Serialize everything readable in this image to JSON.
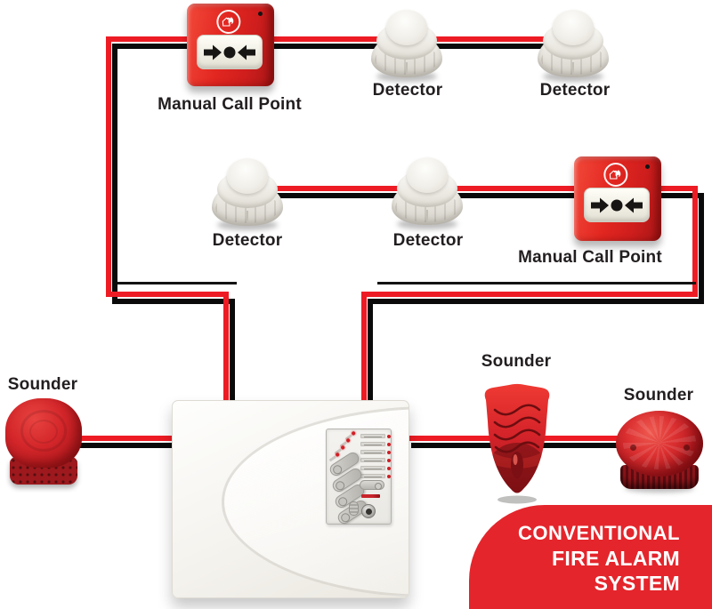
{
  "title": "Conventional Fire Alarm System",
  "colors": {
    "wire_red": "#ed1c24",
    "wire_shadow": "#0a0a0a",
    "badge_red": "#e4252c",
    "label_text": "#221e1f",
    "badge_text": "#ffffff"
  },
  "labels": {
    "manual_call_point_1": "Manual Call Point",
    "detector_top_1": "Detector",
    "detector_top_2": "Detector",
    "detector_mid_1": "Detector",
    "detector_mid_2": "Detector",
    "manual_call_point_2": "Manual Call Point",
    "sounder_left": "Sounder",
    "sounder_mid": "Sounder",
    "sounder_right": "Sounder"
  },
  "badge": {
    "line1": "CONVENTIONAL",
    "line2": "FIRE ALARM SYSTEM"
  }
}
